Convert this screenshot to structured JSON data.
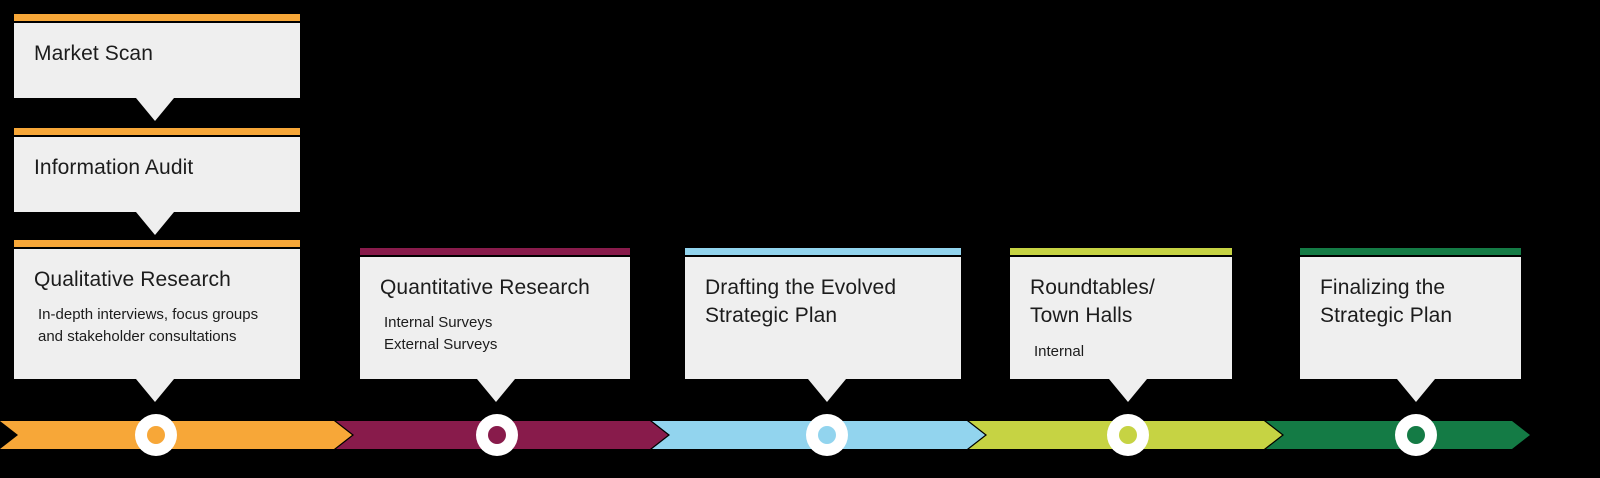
{
  "background": "#000000",
  "box_color": "#EFEFEF",
  "text_color": "#1C1C1C",
  "node_ring_color": "#FFFFFF",
  "phases": [
    {
      "id": "qualitative-research",
      "color": "#F7A738",
      "boxes": [
        {
          "title": "Market Scan"
        },
        {
          "title": "Information Audit"
        },
        {
          "title": "Qualitative Research",
          "subtitle": "In-depth interviews, focus groups\nand stakeholder consultations"
        }
      ]
    },
    {
      "id": "quantitative-research",
      "color": "#881B4B",
      "boxes": [
        {
          "title": "Quantitative Research",
          "subtitle": "Internal Surveys\nExternal Surveys"
        }
      ]
    },
    {
      "id": "drafting-strategic-plan",
      "color": "#92D4EE",
      "boxes": [
        {
          "title": "Drafting the Evolved\nStrategic Plan"
        }
      ]
    },
    {
      "id": "roundtables-town-halls",
      "color": "#C6D343",
      "boxes": [
        {
          "title": "Roundtables/\nTown Halls",
          "subtitle": "Internal"
        }
      ]
    },
    {
      "id": "finalizing-strategic-plan",
      "color": "#147B45",
      "boxes": [
        {
          "title": "Finalizing the\nStrategic Plan"
        }
      ]
    }
  ]
}
